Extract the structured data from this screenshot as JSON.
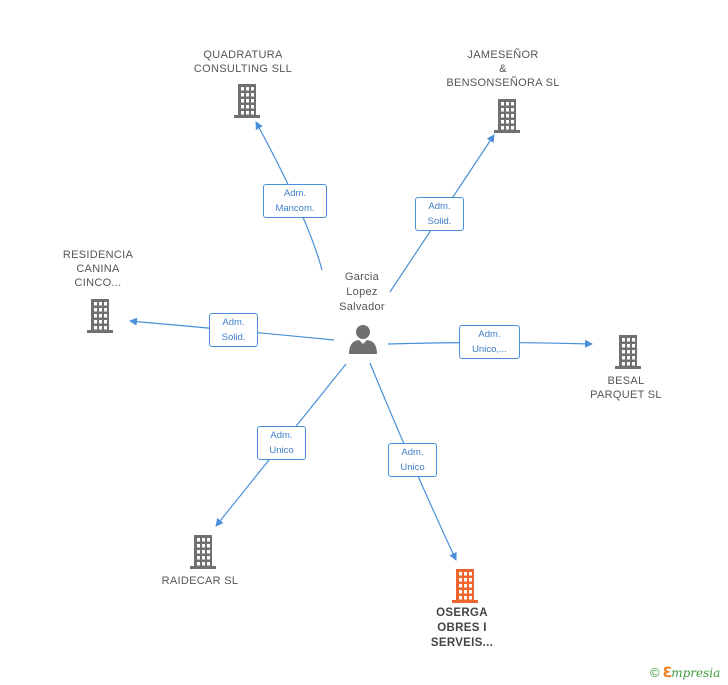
{
  "colors": {
    "edge": "#4a90d9",
    "building": "#707070",
    "building_main": "#f0642d",
    "person": "#707070"
  },
  "center": {
    "name": "Garcia\nLopez\nSalvador",
    "icon": "person-icon"
  },
  "companies": [
    {
      "id": "quadratura",
      "label": "QUADRATURA\nCONSULTING SLL",
      "relation": "Adm.\nMancom.",
      "main": false
    },
    {
      "id": "jameseñor",
      "label": "JAMESEÑOR\n&\nBENSONSEÑORA SL",
      "relation": "Adm.\nSolid.",
      "main": false
    },
    {
      "id": "residencia",
      "label": "RESIDENCIA\nCANINA\nCINCO...",
      "relation": "Adm.\nSolid.",
      "main": false
    },
    {
      "id": "besal",
      "label": "BESAL\nPARQUET SL",
      "relation": "Adm.\nUnico,...",
      "main": false
    },
    {
      "id": "raidecar",
      "label": "RAIDECAR SL",
      "relation": "Adm.\nUnico",
      "main": false
    },
    {
      "id": "oserga",
      "label": "OSERGA\nOBRES I\nSERVEIS...",
      "relation": "Adm.\nUnico",
      "main": true
    }
  ],
  "branding": {
    "copyright": "©",
    "name_first": "ℇ",
    "name_rest": "mpresia"
  }
}
